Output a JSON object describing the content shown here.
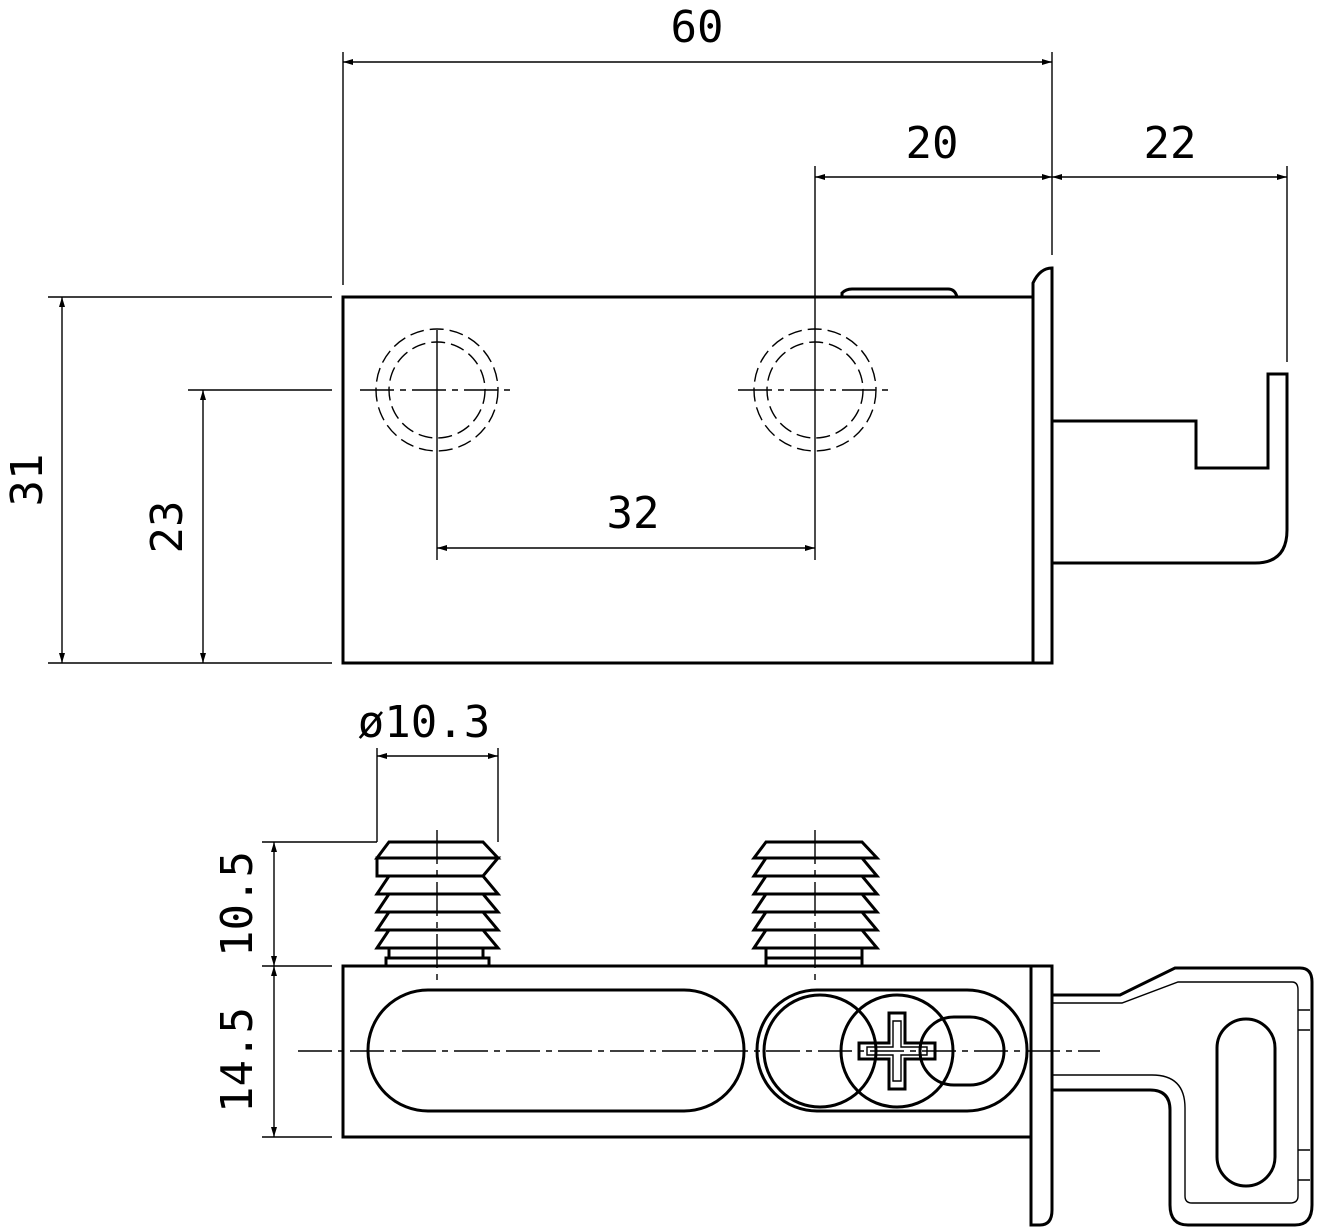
{
  "dimensions": {
    "overall_length": "60",
    "arm_length": "20",
    "hook_length": "22",
    "height": "31",
    "hole_height": "23",
    "hole_spacing": "32",
    "dowel_diameter": "ø10.3",
    "dowel_length": "10.5",
    "body_thickness": "14.5"
  }
}
